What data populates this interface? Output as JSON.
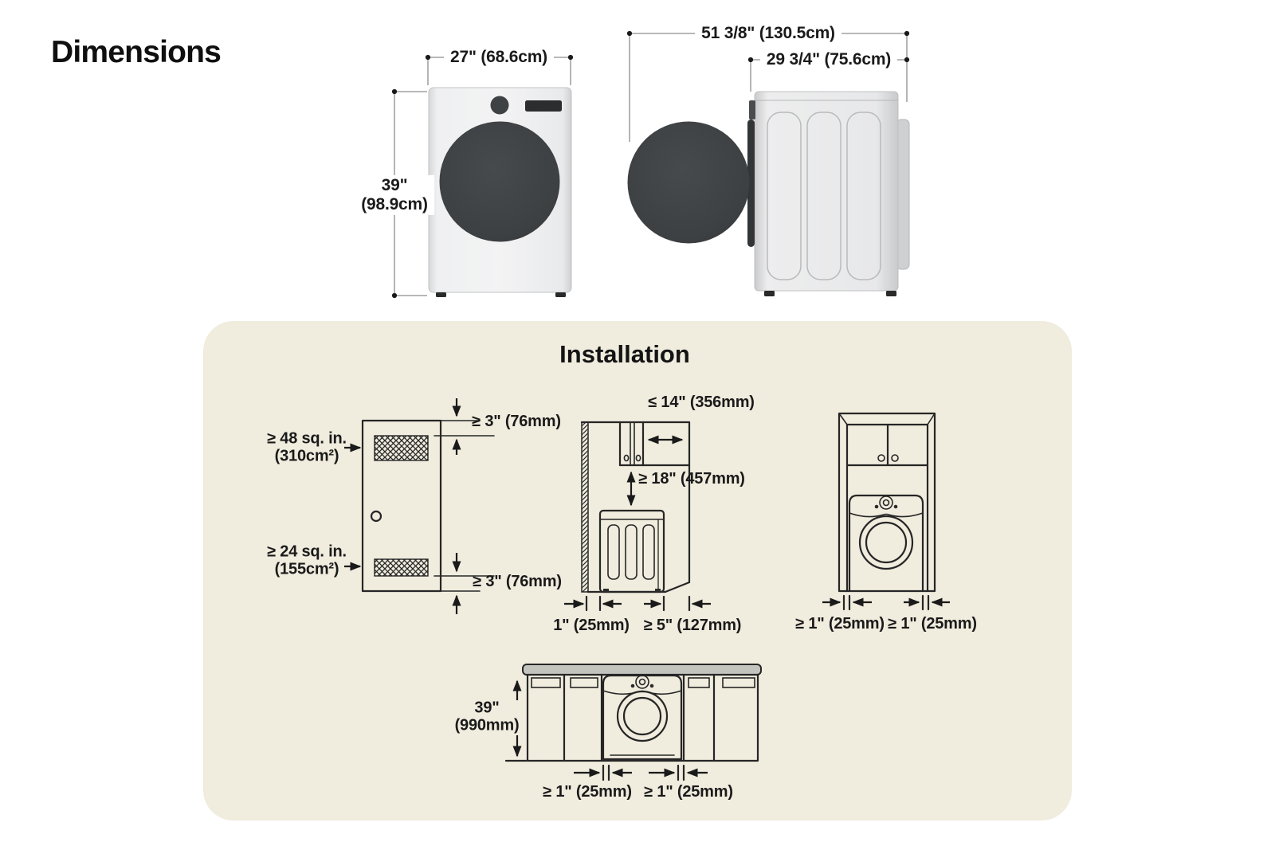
{
  "title": "Dimensions",
  "dimensions": {
    "front_width": "27\" (68.6cm)",
    "front_height_in": "39\"",
    "front_height_cm": "(98.9cm)",
    "depth_door_open": "51 3/8\" (130.5cm)",
    "depth_body": "29 3/4\" (75.6cm)"
  },
  "installation": {
    "title": "Installation",
    "vent_door": {
      "top_vent_area": "≥ 48 sq. in.",
      "top_vent_area_metric": "(310cm²)",
      "bottom_vent_area": "≥ 24 sq. in.",
      "bottom_vent_area_metric": "(155cm²)",
      "top_clearance": "≥ 3\" (76mm)",
      "bottom_clearance": "≥ 3\" (76mm)"
    },
    "alcove": {
      "cabinet_depth_max": "≤ 14\" (356mm)",
      "clearance_above": "≥ 18\" (457mm)",
      "rear_gap": "1\" (25mm)",
      "front_gap": "≥ 5\" (127mm)"
    },
    "closet": {
      "left_gap": "≥ 1\" (25mm)",
      "right_gap": "≥ 1\" (25mm)"
    },
    "under_counter": {
      "height_in": "39\"",
      "height_mm": "(990mm)",
      "left_gap": "≥ 1\" (25mm)",
      "right_gap": "≥ 1\" (25mm)"
    }
  },
  "colors": {
    "panel_background": "#f0ecde",
    "appliance_dark": "#3b3e40",
    "line_art": "#262626",
    "dimension_line": "#8d8d8d",
    "countertop": "#c4c4bf"
  }
}
